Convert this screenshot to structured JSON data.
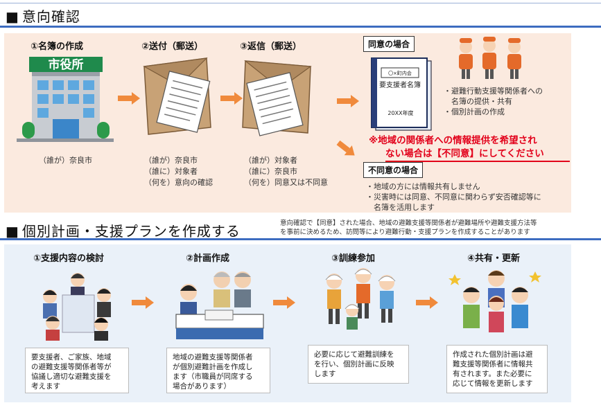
{
  "section1": {
    "title": "意向確認",
    "steps": [
      {
        "title": "①名簿の作成",
        "lines": [
          "（誰が）奈良市"
        ]
      },
      {
        "title": "②送付（郵送）",
        "lines": [
          "（誰が）奈良市",
          "（誰に）対象者",
          "（何を）意向の確認"
        ]
      },
      {
        "title": "③返信（郵送）",
        "lines": [
          "（誰が）対象者",
          "（誰に）奈良市",
          "（何を）同意又は不同意"
        ]
      }
    ],
    "building_sign": "市役所",
    "binder_label_top": "〇×町内会",
    "binder_label_main": "要支援者名簿",
    "binder_year": "20XX年度",
    "agree": {
      "label": "同意の場合",
      "bullets": [
        "・避難行動支援等関係者への",
        "　名簿の提供・共有",
        "・個別計画の作成"
      ]
    },
    "warning": [
      "※地域の関係者への情報提供を希望され",
      "ない場合は【不同意】にしてください"
    ],
    "disagree": {
      "label": "不同意の場合",
      "bullets": [
        "・地域の方には情報共有しません",
        "・災害時には同意、不同意に関わらず安否確認等に",
        "　名簿を活用します"
      ]
    }
  },
  "section2": {
    "title": "個別計画・支援プランを作成する",
    "note": [
      "意向確認で【同意】された場合、地域の避難支援等関係者が避難場所や避難支援方法等",
      "を事前に決めるため、訪問等により避難行動・支援プランを作成することがあります"
    ],
    "steps": [
      {
        "title": "①支援内容の検討",
        "desc": [
          "要支援者、ご家族、地域",
          "の避難支援等関係者等が",
          "協議し適切な避難支援を",
          "考えます"
        ]
      },
      {
        "title": "②計画作成",
        "desc": [
          "地域の避難支援等関係者",
          "が個別避難計画を作成し",
          "ます（市職員が同席する",
          "場合があります）"
        ]
      },
      {
        "title": "③訓練参加",
        "desc": [
          "必要に応じて避難訓練を",
          "を行い、個別計画に反映",
          "します"
        ]
      },
      {
        "title": "④共有・更新",
        "desc": [
          "作成された個別計画は避",
          "難支援等関係者に情報共",
          "有されます。また必要に",
          "応じて情報を更新します"
        ]
      }
    ]
  },
  "colors": {
    "accent": "#3d6cc0",
    "arrow": "#f08a3c",
    "warning": "#e2001a",
    "panel1": "#fbeadf",
    "panel2": "#eaf1f9"
  }
}
